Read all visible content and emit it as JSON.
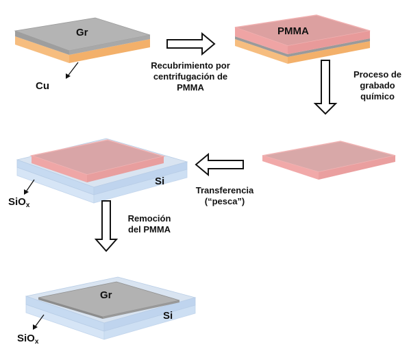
{
  "labels": {
    "gr_top": "Gr",
    "cu": "Cu",
    "pmma_top": "PMMA",
    "spin_coat": [
      "Recubrimiento por",
      "centrifugación de",
      "PMMA"
    ],
    "etch": [
      "Proceso de",
      "grabado",
      "químico"
    ],
    "si_mid": "Si",
    "sio_mid": "SiO",
    "x_sub": "x",
    "transfer": [
      "Transferencia",
      "(“pesca”)"
    ],
    "removal": [
      "Remoción",
      "del PMMA"
    ],
    "gr_bottom": "Gr",
    "si_bottom": "Si",
    "sio_bottom": "SiO"
  },
  "colors": {
    "graphene": "#b4b4b4",
    "copper": "#f6bd7f",
    "pmma": "#eea3a3",
    "pmma_edge": "#f1b1b1",
    "silicon": "#cfe0f4",
    "arrow_outline": "#111111"
  }
}
